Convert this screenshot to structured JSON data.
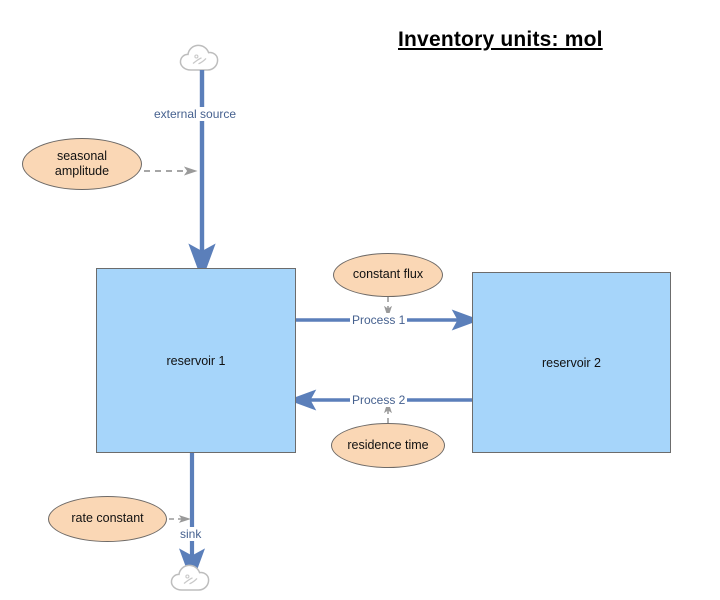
{
  "title": "Inventory units: mol",
  "colors": {
    "reservoir_fill": "#a6d5fa",
    "reservoir_border": "#6c6c6c",
    "ellipse_fill": "#fad7b5",
    "ellipse_border": "#6e6a67",
    "flux_arrow": "#5b7fba",
    "flux_label_text": "#46618f",
    "connector_dashed": "#9a9a9a",
    "cloud_outline": "#b9b9b9",
    "title_text": "#000000"
  },
  "reservoirs": [
    {
      "id": "reservoir-1",
      "label": "reservoir 1"
    },
    {
      "id": "reservoir-2",
      "label": "reservoir 2"
    }
  ],
  "parameters": [
    {
      "id": "seasonal-amplitude",
      "label": "seasonal\namplitude",
      "line1": "seasonal",
      "line2": "amplitude"
    },
    {
      "id": "constant-flux",
      "label": "constant flux"
    },
    {
      "id": "residence-time",
      "label": "residence time"
    },
    {
      "id": "rate-constant",
      "label": "rate constant"
    }
  ],
  "fluxes": [
    {
      "id": "external-source",
      "label": "external source",
      "direction": "down",
      "from": "cloud-source",
      "to": "reservoir 1"
    },
    {
      "id": "process-1",
      "label": "Process 1",
      "direction": "right",
      "from": "reservoir 1",
      "to": "reservoir 2"
    },
    {
      "id": "process-2",
      "label": "Process 2",
      "direction": "left",
      "from": "reservoir 2",
      "to": "reservoir 1"
    },
    {
      "id": "sink",
      "label": "sink",
      "direction": "down",
      "from": "reservoir 1",
      "to": "cloud-sink"
    }
  ],
  "clouds": [
    {
      "id": "cloud-source",
      "position": "top",
      "role": "external source"
    },
    {
      "id": "cloud-sink",
      "position": "bottom",
      "role": "sink"
    }
  ],
  "connections": [
    {
      "from": "seasonal-amplitude",
      "to": "external-source",
      "style": "dashed"
    },
    {
      "from": "constant-flux",
      "to": "process-1",
      "style": "dashed"
    },
    {
      "from": "residence-time",
      "to": "process-2",
      "style": "dashed"
    },
    {
      "from": "rate-constant",
      "to": "sink",
      "style": "dashed"
    }
  ]
}
